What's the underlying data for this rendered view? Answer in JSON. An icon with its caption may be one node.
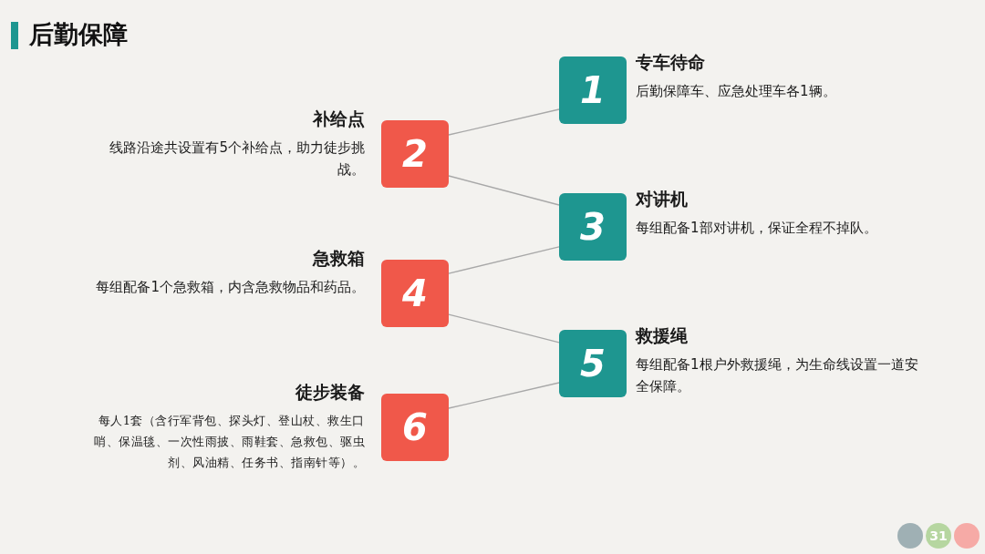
{
  "diagram": {
    "title": "后勤保障",
    "nodes": [
      {
        "text": [
          "1"
        ],
        "beside": [
          "专车待命",
          "后勤保障车、应急处理车各1辆。"
        ]
      },
      {
        "text": [
          "2"
        ],
        "beside": [
          "补给点",
          "线路沿途共设置有5个补给点，助力徒步挑战。"
        ]
      },
      {
        "text": [
          "3"
        ],
        "beside": [
          "对讲机",
          "每组配备1部对讲机，保证全程不掉队。"
        ]
      },
      {
        "text": [
          "4"
        ],
        "beside": [
          "急救箱",
          "每组配备1个急救箱，内含急救物品和药品。"
        ]
      },
      {
        "text": [
          "5"
        ],
        "beside": [
          "救援绳",
          "每组配备1根户外救援绳，为生命线设置一道安全保障。"
        ]
      },
      {
        "text": [
          "6"
        ],
        "beside": [
          "徒步装备",
          "每人1套（含行军背包、探头灯、登山杖、救生口哨、保温毯、一次性雨披、雨鞋套、急救包、驱虫剂、风油精、任务书、指南针等）。"
        ]
      }
    ],
    "edges": [
      {
        "from": 1,
        "to": 0,
        "arrow": "none"
      },
      {
        "from": 1,
        "to": 2,
        "arrow": "none"
      },
      {
        "from": 3,
        "to": 2,
        "arrow": "none"
      },
      {
        "from": 3,
        "to": 4,
        "arrow": "none"
      },
      {
        "from": 5,
        "to": 4,
        "arrow": "none"
      }
    ],
    "labels": [
      "31"
    ]
  }
}
